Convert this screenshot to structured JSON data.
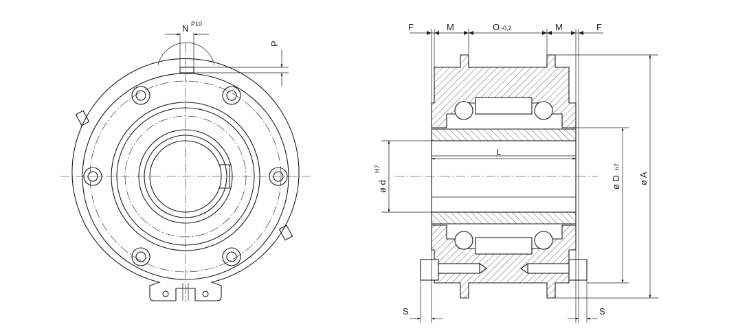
{
  "labels": {
    "N": "N",
    "N_tol": "P10",
    "P": "P",
    "F_left": "F",
    "M_left": "M",
    "O": "O",
    "O_tol": "-0,2",
    "M_right": "M",
    "F_right": "F",
    "L": "L",
    "d_prefix": "ø d",
    "d_tol": "H7",
    "D_prefix": "ø D",
    "D_tol": "h7",
    "A": "ø A",
    "S_left": "S",
    "S_right": "S"
  }
}
